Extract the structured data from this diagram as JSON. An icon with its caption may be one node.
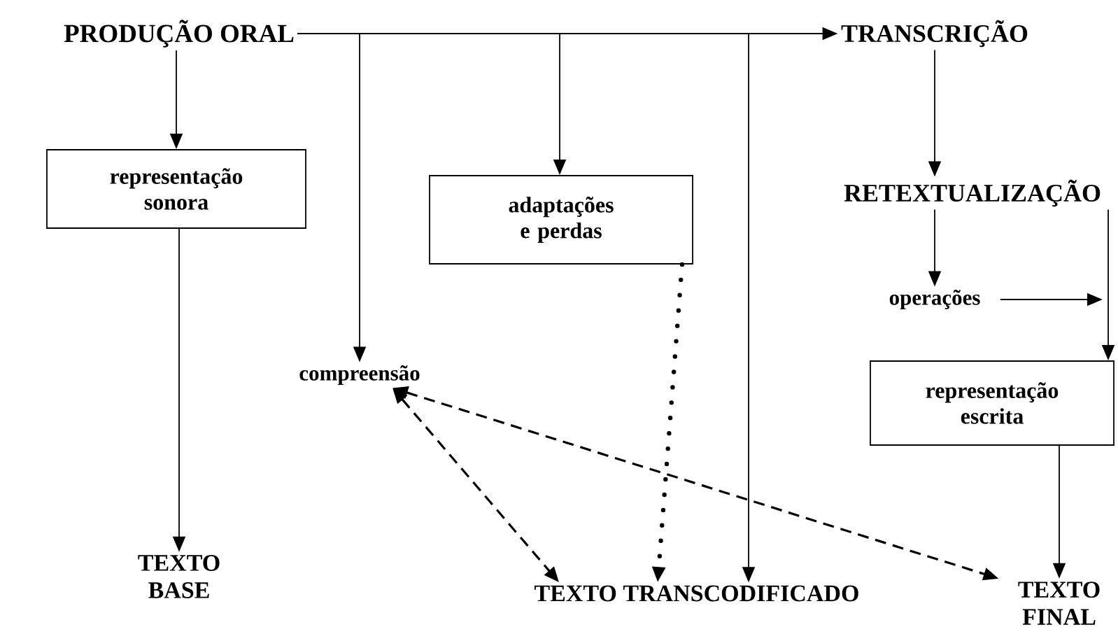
{
  "diagram": {
    "nodes": [
      {
        "text": [
          "PRODUÇÃO ORAL"
        ]
      },
      {
        "text": [
          "TRANSCRIÇÃO"
        ]
      },
      {
        "text": [
          "representação sonora"
        ]
      },
      {
        "text": [
          "adaptações e perdas"
        ]
      },
      {
        "text": [
          "RETEXTUALIZAÇÃO"
        ]
      },
      {
        "text": [
          "operações"
        ]
      },
      {
        "text": [
          "compreensão"
        ]
      },
      {
        "text": [
          "representação escrita"
        ]
      },
      {
        "text": [
          "TEXTO BASE"
        ]
      },
      {
        "text": [
          "TEXTO TRANSCODIFICADO"
        ]
      },
      {
        "text": [
          "TEXTO FINAL"
        ]
      }
    ],
    "edges": [
      {
        "from": 0,
        "to": 2,
        "arrow": "to"
      },
      {
        "from": 0,
        "to": 1,
        "arrow": "to"
      },
      {
        "from": 0,
        "to": 6,
        "arrow": "to"
      },
      {
        "from": 0,
        "to": 3,
        "arrow": "to"
      },
      {
        "from": 0,
        "to": 9,
        "arrow": "to"
      },
      {
        "from": 1,
        "to": 4,
        "arrow": "to"
      },
      {
        "from": 4,
        "to": 5,
        "arrow": "to"
      },
      {
        "from": 4,
        "to": 7,
        "arrow": "to"
      },
      {
        "from": 5,
        "to": null,
        "arrow": "to"
      },
      {
        "from": 2,
        "to": 8,
        "arrow": "to"
      },
      {
        "from": 3,
        "to": 9,
        "arrow": "to",
        "style": "dashed"
      },
      {
        "from": 6,
        "to": 9,
        "arrow": "both",
        "style": "dashed"
      },
      {
        "from": 6,
        "to": 10,
        "arrow": "both",
        "style": "dashed"
      },
      {
        "from": 7,
        "to": 10,
        "arrow": "to"
      }
    ]
  }
}
